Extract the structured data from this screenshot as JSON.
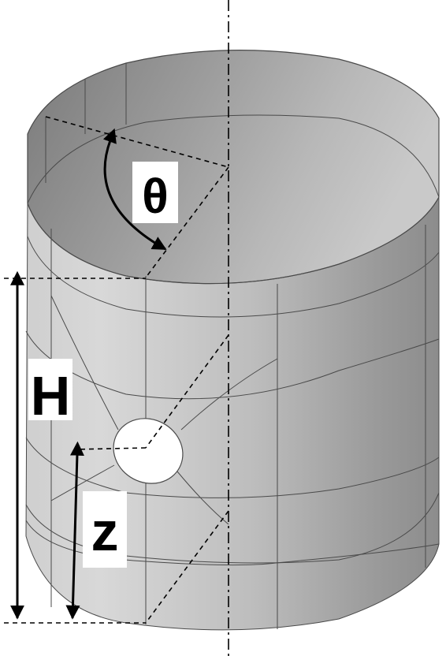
{
  "labels": {
    "theta": "θ",
    "height": "H",
    "z": "z"
  },
  "colors": {
    "outer_light": "#d2d2d2",
    "outer_dark": "#8f8f8f",
    "inner_dark": "#7d7d7d",
    "inner_light": "#b9b9b9",
    "mesh_line": "#4a4a4a",
    "hole": "#ffffff",
    "annotation": "#000000"
  }
}
